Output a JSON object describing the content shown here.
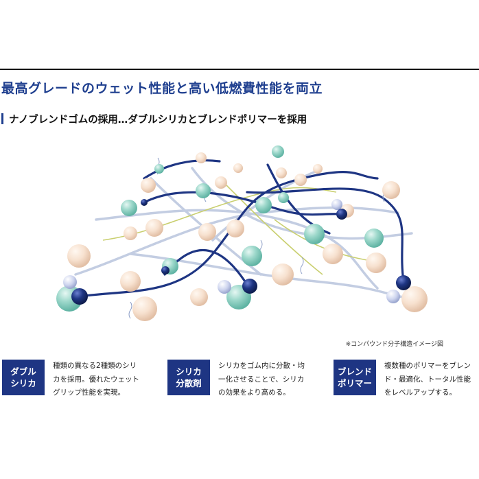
{
  "headline": "最高グレードのウェット性能と高い低燃費性能を両立",
  "subheading": "ナノブレンドゴムの採用…ダブルシリカとブレンドポリマーを採用",
  "illustration": {
    "caption": "※コンパウンド分子構造イメージ図",
    "colors": {
      "polymer_main": "#1e3583",
      "polymer_light": "#b8c4dc",
      "strand_yellow": "#c8cf6e",
      "silica_teal": "#8fd3c4",
      "filler_peach": "#f5dcc8",
      "node_lilac": "#c9d0ea"
    }
  },
  "features": [
    {
      "badge_line1": "ダブル",
      "badge_line2": "シリカ",
      "desc_line1": "種類の異なる2種類のシリ",
      "desc_line2": "カを採用。優れたウェット",
      "desc_line3": "グリップ性能を実現。"
    },
    {
      "badge_line1": "シリカ",
      "badge_line2": "分散剤",
      "desc_line1": "シリカをゴム内に分散・均",
      "desc_line2": "一化させることで、シリカ",
      "desc_line3": "の効果をより高める。"
    },
    {
      "badge_line1": "ブレンド",
      "badge_line2": "ポリマー",
      "desc_line1": "複数種のポリマーをブレン",
      "desc_line2": "ド・最適化、トータル性能",
      "desc_line3": "をレベルアップする。"
    }
  ]
}
